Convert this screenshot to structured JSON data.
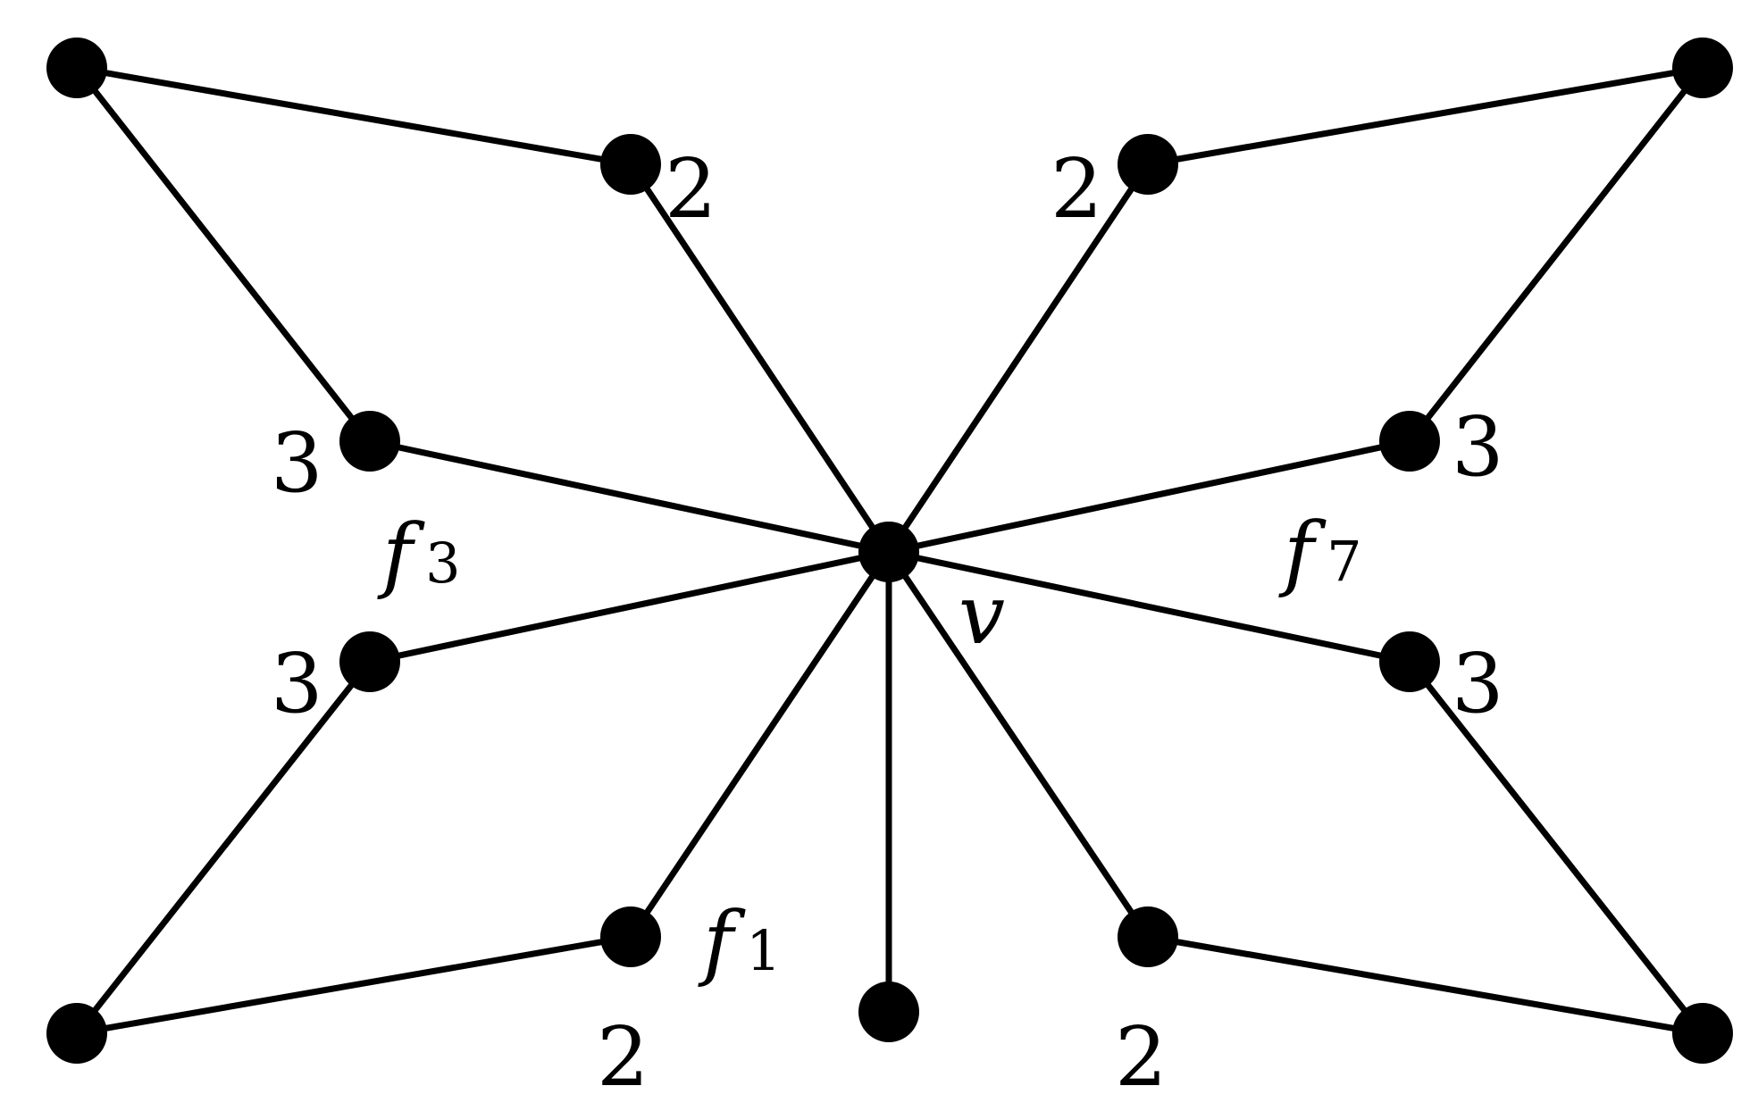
{
  "graph": {
    "center_label": "v",
    "degree_labels": [
      "2",
      "2",
      "3",
      "3",
      "3",
      "3",
      "2",
      "2"
    ],
    "face_labels": [
      {
        "letter": "f",
        "sub": "3"
      },
      {
        "letter": "f",
        "sub": "7"
      },
      {
        "letter": "f",
        "sub": "1"
      }
    ]
  }
}
